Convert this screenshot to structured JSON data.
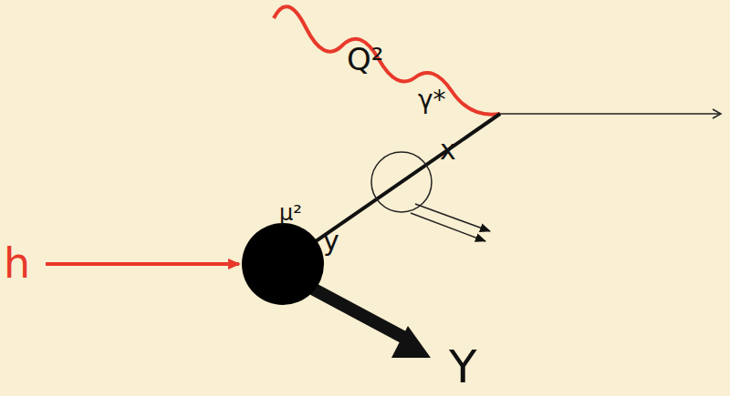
{
  "diagram": {
    "labels": [
      "Q²",
      "γ*",
      "x",
      "μ²",
      "y",
      "h",
      "Y"
    ]
  }
}
